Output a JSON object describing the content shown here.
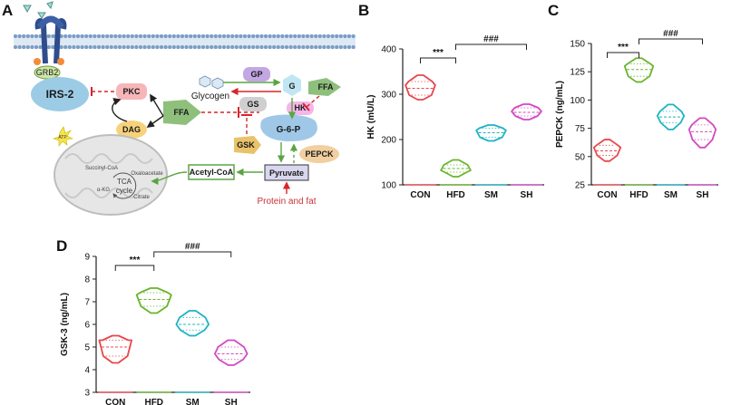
{
  "panel_letters": {
    "a": "A",
    "b": "B",
    "c": "C",
    "d": "D"
  },
  "diagram": {
    "labels": {
      "grb2": "GRB2",
      "irs2": "IRS-2",
      "pkc": "PKC",
      "dag": "DAG",
      "ffa_center": "FFA",
      "glycogen": "Glycogen",
      "gp": "GP",
      "g": "G",
      "gs": "GS",
      "hk": "HK",
      "ffa_right": "FFA",
      "g6p": "G-6-P",
      "gsk": "GSK",
      "pepck": "PEPCK",
      "atp": "ATP",
      "succinyl": "Succinyl-CoA",
      "oxaloacetate": "Oxaloacetate",
      "tca1": "TCA",
      "tca2": "cycle",
      "akg": "α-KG",
      "citrate": "Citrate",
      "acetyl": "Acetyl-CoA",
      "pyruvate": "Pyruvate",
      "protein_fat": "Protein and fat"
    },
    "colors": {
      "membrane": "#7b9dc4",
      "irs2": "#9ccbe6",
      "pkc": "#f6b6b8",
      "dag": "#f7d27a",
      "ffa": "#8ec07c",
      "gp": "#c3a6e4",
      "g": "#bfe6f2",
      "gs": "#cfcfcf",
      "hk": "#f4b6e8",
      "g6p": "#9fc8e8",
      "gsk": "#e8c36a",
      "pepck": "#f2cfa0",
      "acetyl": "#ffffff",
      "pyruvate": "#d9d7ef",
      "inhibit": "#d7262b",
      "activate": "#5aa542",
      "protein_text": "#c8323a"
    }
  },
  "chart_data": [
    {
      "panel": "B",
      "type": "violin",
      "title": "",
      "xlabel": "",
      "ylabel": "HK (mU/L)",
      "ylim": [
        100,
        400
      ],
      "yticks": [
        100,
        200,
        300,
        400
      ],
      "categories": [
        "CON",
        "HFD",
        "SM",
        "SH"
      ],
      "series": [
        {
          "name": "CON",
          "color": "#e8474c",
          "min": 288,
          "max": 342,
          "q1": 298,
          "median": 313,
          "q3": 328,
          "widest": 320,
          "half_width": 0.42
        },
        {
          "name": "HFD",
          "color": "#6ab42d",
          "min": 118,
          "max": 155,
          "q1": 128,
          "median": 136,
          "q3": 144,
          "widest": 132,
          "half_width": 0.42
        },
        {
          "name": "SM",
          "color": "#1eb3c4",
          "min": 197,
          "max": 232,
          "q1": 205,
          "median": 215,
          "q3": 225,
          "widest": 220,
          "half_width": 0.42
        },
        {
          "name": "SH",
          "color": "#d249c2",
          "min": 244,
          "max": 278,
          "q1": 252,
          "median": 260,
          "q3": 270,
          "widest": 262,
          "half_width": 0.42
        }
      ],
      "significance": [
        {
          "from": "CON",
          "to": "HFD",
          "label": "***"
        },
        {
          "from": "HFD",
          "to": "SH",
          "label": "###"
        }
      ]
    },
    {
      "panel": "C",
      "type": "violin",
      "title": "",
      "xlabel": "",
      "ylabel": "PEPCK (ng/mL)",
      "ylim": [
        25,
        150
      ],
      "yticks": [
        25,
        50,
        75,
        100,
        125,
        150
      ],
      "categories": [
        "CON",
        "HFD",
        "SM",
        "SH"
      ],
      "series": [
        {
          "name": "CON",
          "color": "#e8474c",
          "min": 46,
          "max": 65,
          "q1": 51,
          "median": 55,
          "q3": 60,
          "widest": 58,
          "half_width": 0.42
        },
        {
          "name": "HFD",
          "color": "#6ab42d",
          "min": 116,
          "max": 137,
          "q1": 121,
          "median": 127,
          "q3": 132,
          "widest": 130,
          "half_width": 0.45
        },
        {
          "name": "SM",
          "color": "#1eb3c4",
          "min": 74,
          "max": 96,
          "q1": 80,
          "median": 85,
          "q3": 90,
          "widest": 86,
          "half_width": 0.42
        },
        {
          "name": "SH",
          "color": "#d249c2",
          "min": 58,
          "max": 84,
          "q1": 65,
          "median": 72,
          "q3": 78,
          "widest": 74,
          "half_width": 0.42
        }
      ],
      "significance": [
        {
          "from": "CON",
          "to": "HFD",
          "label": "***"
        },
        {
          "from": "HFD",
          "to": "SH",
          "label": "###"
        }
      ]
    },
    {
      "panel": "D",
      "type": "violin",
      "title": "",
      "xlabel": "",
      "ylabel": "GSK-3 (ng/mL)",
      "ylim": [
        3,
        9
      ],
      "yticks": [
        3,
        4,
        5,
        6,
        7,
        8,
        9
      ],
      "categories": [
        "CON",
        "HFD",
        "SM",
        "SH"
      ],
      "series": [
        {
          "name": "CON",
          "color": "#e8474c",
          "min": 4.3,
          "max": 5.5,
          "q1": 4.6,
          "median": 5.0,
          "q3": 5.3,
          "widest": 5.3,
          "half_width": 0.42
        },
        {
          "name": "HFD",
          "color": "#6ab42d",
          "min": 6.5,
          "max": 7.6,
          "q1": 6.8,
          "median": 7.1,
          "q3": 7.4,
          "widest": 7.3,
          "half_width": 0.45
        },
        {
          "name": "SM",
          "color": "#1eb3c4",
          "min": 5.5,
          "max": 6.6,
          "q1": 5.75,
          "median": 6.0,
          "q3": 6.3,
          "widest": 6.0,
          "half_width": 0.42
        },
        {
          "name": "SH",
          "color": "#d249c2",
          "min": 4.2,
          "max": 5.3,
          "q1": 4.45,
          "median": 4.7,
          "q3": 5.0,
          "widest": 4.7,
          "half_width": 0.42
        }
      ],
      "significance": [
        {
          "from": "CON",
          "to": "HFD",
          "label": "***"
        },
        {
          "from": "HFD",
          "to": "SH",
          "label": "###"
        }
      ]
    }
  ]
}
